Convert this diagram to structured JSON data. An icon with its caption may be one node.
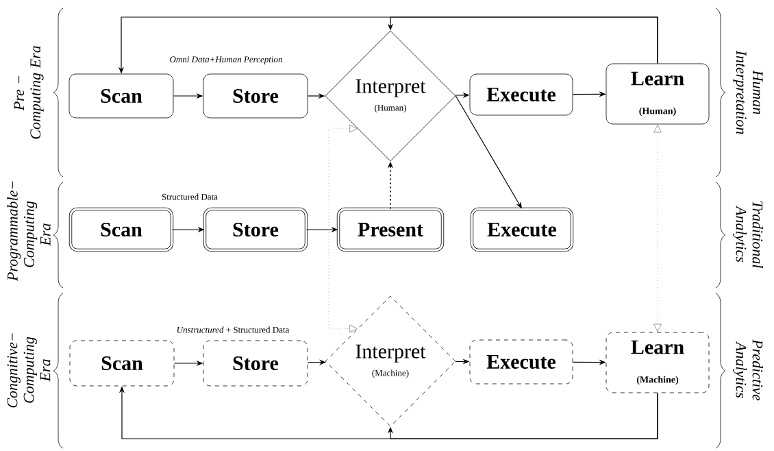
{
  "diagram": {
    "nodes": [
      {
        "text": [
          "Scan"
        ]
      },
      {
        "text": [
          "Store"
        ]
      },
      {
        "text": [
          "Interpret",
          "(Human)"
        ]
      },
      {
        "text": [
          "Execute"
        ]
      },
      {
        "text": [
          "Learn",
          "(Human)"
        ]
      },
      {
        "text": [
          "Scan"
        ]
      },
      {
        "text": [
          "Store"
        ]
      },
      {
        "text": [
          "Present"
        ]
      },
      {
        "text": [
          "Execute"
        ]
      },
      {
        "text": [
          "Scan"
        ]
      },
      {
        "text": [
          "Store"
        ]
      },
      {
        "text": [
          "Interpret",
          "(Machine)"
        ]
      },
      {
        "text": [
          "Execute"
        ]
      },
      {
        "text": [
          "Learn",
          "(Machine)"
        ]
      }
    ],
    "edges": [
      {
        "from": 0,
        "to": 1,
        "arrow": "to"
      },
      {
        "from": 1,
        "to": 2,
        "arrow": "to"
      },
      {
        "from": 2,
        "to": 3,
        "arrow": "to"
      },
      {
        "from": 3,
        "to": 4,
        "arrow": "to"
      },
      {
        "from": 4,
        "to": 0,
        "arrow": "to"
      },
      {
        "from": 4,
        "to": 2,
        "arrow": "to"
      },
      {
        "from": 2,
        "to": 8,
        "arrow": "to"
      },
      {
        "from": 5,
        "to": 6,
        "arrow": "to"
      },
      {
        "from": 6,
        "to": 7,
        "arrow": "to"
      },
      {
        "from": 7,
        "to": 2,
        "arrow": "to",
        "style": "dashed"
      },
      {
        "from": 2,
        "to": 11,
        "arrow": "both",
        "style": "dashed",
        "color": "#808080"
      },
      {
        "from": 4,
        "to": 13,
        "arrow": "both",
        "style": "dashed",
        "color": "#808080"
      },
      {
        "from": 9,
        "to": 10,
        "arrow": "to"
      },
      {
        "from": 10,
        "to": 11,
        "arrow": "to"
      },
      {
        "from": 11,
        "to": 12,
        "arrow": "to"
      },
      {
        "from": 12,
        "to": 13,
        "arrow": "to"
      },
      {
        "from": 13,
        "to": 9,
        "arrow": "to"
      },
      {
        "from": 13,
        "to": 11,
        "arrow": "to"
      }
    ],
    "labels": [
      "Omni Data+Human Perception",
      "Structured Data",
      "*Unstructured* + Structured Data",
      "Pre − Computing Era",
      "Programmable− Computing Era",
      "Congnitive− Computing Era",
      "Human Interpretation",
      "Traditional Analytics",
      "Predictive Analytics"
    ]
  }
}
